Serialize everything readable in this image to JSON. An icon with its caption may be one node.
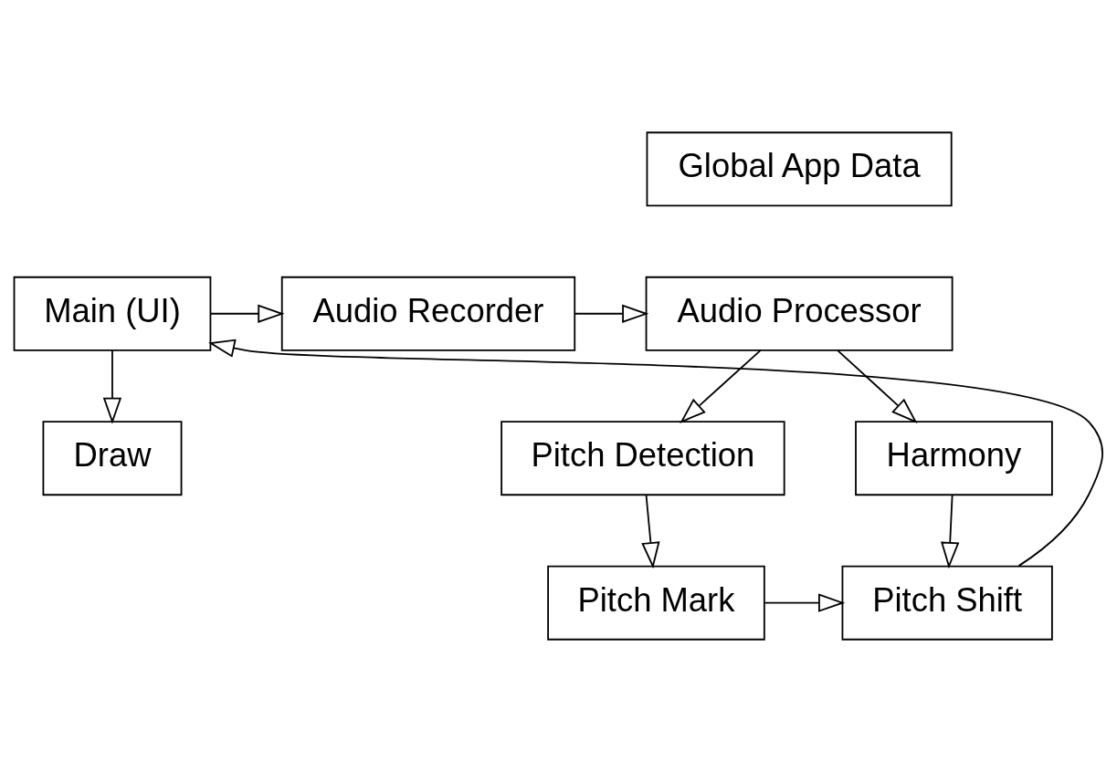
{
  "diagram": {
    "nodes": [
      {
        "text": [
          "Global App Data"
        ]
      },
      {
        "text": [
          "Audio Processor"
        ]
      },
      {
        "text": [
          "Audio Recorder"
        ]
      },
      {
        "text": [
          "Main (UI)"
        ]
      },
      {
        "text": [
          "Pitch Detection"
        ]
      },
      {
        "text": [
          "Harmony"
        ]
      },
      {
        "text": [
          "Pitch Mark"
        ]
      },
      {
        "text": [
          "Pitch Shift"
        ]
      },
      {
        "text": [
          "Draw"
        ]
      }
    ],
    "edges": [
      {
        "from": 3,
        "to": 2,
        "arrow": "to"
      },
      {
        "from": 2,
        "to": 1,
        "arrow": "to"
      },
      {
        "from": 1,
        "to": 4,
        "arrow": "to"
      },
      {
        "from": 1,
        "to": 5,
        "arrow": "to"
      },
      {
        "from": 4,
        "to": 6,
        "arrow": "to"
      },
      {
        "from": 5,
        "to": 7,
        "arrow": "to"
      },
      {
        "from": 6,
        "to": 7,
        "arrow": "to"
      },
      {
        "from": 7,
        "to": 3,
        "arrow": "to"
      },
      {
        "from": 3,
        "to": 8,
        "arrow": "to"
      }
    ]
  }
}
